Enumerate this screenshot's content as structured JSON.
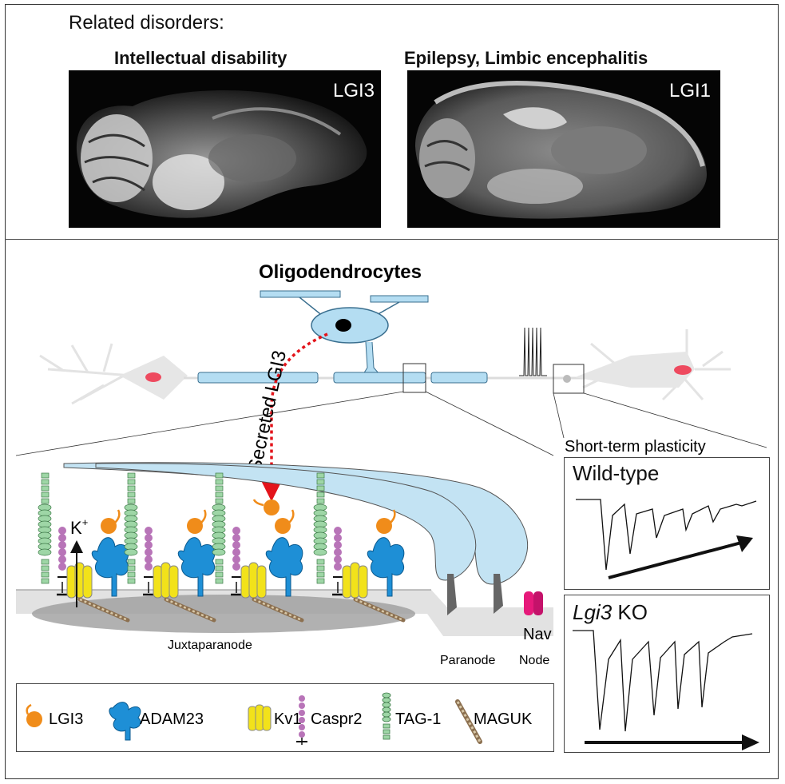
{
  "header": {
    "related_label": "Related disorders:",
    "left_title": "Intellectual disability",
    "right_title": "Epilepsy, Limbic encephalitis",
    "left_image_label": "LGI3",
    "right_image_label": "LGI1"
  },
  "diagram": {
    "oligo_title": "Oligodendrocytes",
    "secreted_label": "Secreted LGI3",
    "potassium_label": "K+",
    "juxtaparanode_label": "Juxtaparanode",
    "paranode_label": "Paranode",
    "node_label": "Node",
    "nav_label": "Nav",
    "plasticity_label": "Short-term plasticity"
  },
  "traces": {
    "wildtype_label": "Wild-type",
    "ko_gene": "Lgi3",
    "ko_suffix": " KO"
  },
  "legend": {
    "items": [
      {
        "label": "LGI3",
        "icon": "lgi3-icon"
      },
      {
        "label": "ADAM23",
        "icon": "adam23-icon"
      },
      {
        "label": "Kv1",
        "icon": "kv1-icon"
      },
      {
        "label": "Caspr2",
        "icon": "caspr2-icon"
      },
      {
        "label": "TAG-1",
        "icon": "tag1-icon"
      },
      {
        "label": "MAGUK",
        "icon": "maguk-icon"
      }
    ]
  },
  "colors": {
    "lgi3": "#f08c1a",
    "adam23": "#1e8fd6",
    "kv1": "#f2e21a",
    "caspr2": "#b874b8",
    "tag1": "#9ed6a6",
    "nav": "#e6197a",
    "myelin": "#b4ddf2",
    "arrow": "#e3141b"
  }
}
